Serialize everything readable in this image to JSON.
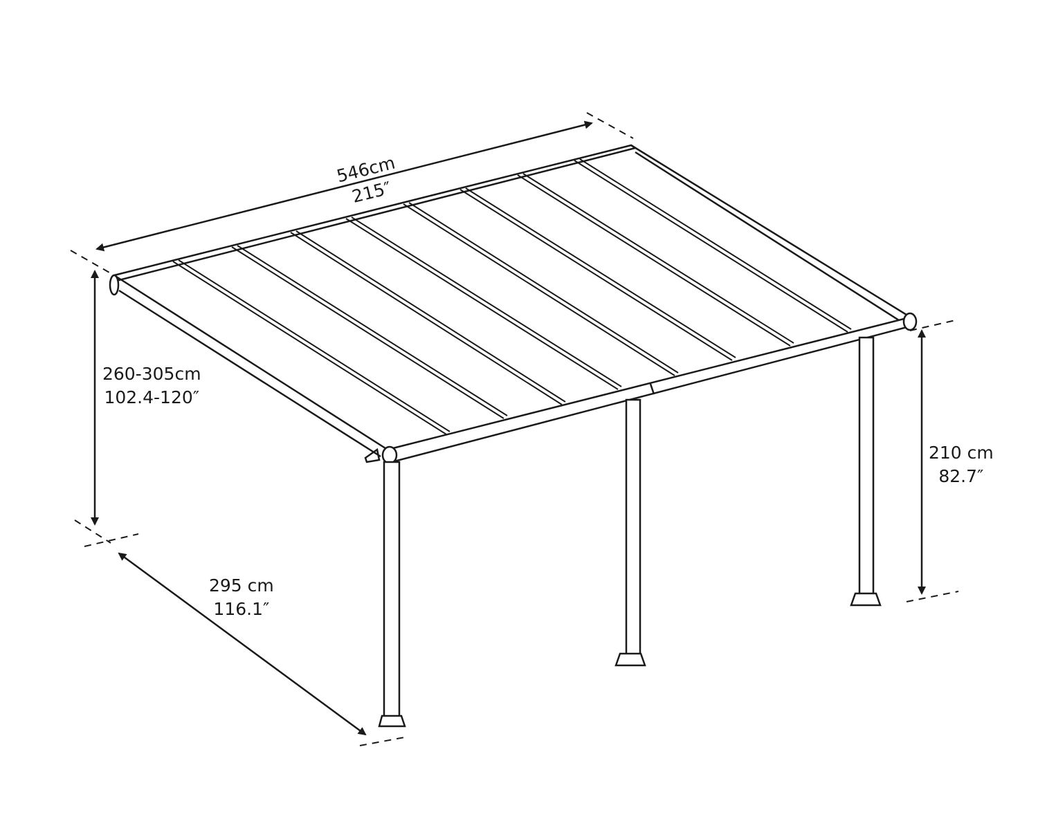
{
  "diagram": {
    "subject": "Patio cover dimension drawing",
    "colors": {
      "line": "#1a1a1a",
      "background": "#ffffff"
    },
    "dimensions": {
      "width": {
        "metric": "546cm",
        "imperial": "215″"
      },
      "wall_height": {
        "metric": "260-305cm",
        "imperial": "102.4-120″"
      },
      "front_height": {
        "metric": "210 cm",
        "imperial": "82.7″"
      },
      "depth": {
        "metric": "295 cm",
        "imperial": "116.1″"
      }
    },
    "roof_panels": 9,
    "posts": 3
  }
}
